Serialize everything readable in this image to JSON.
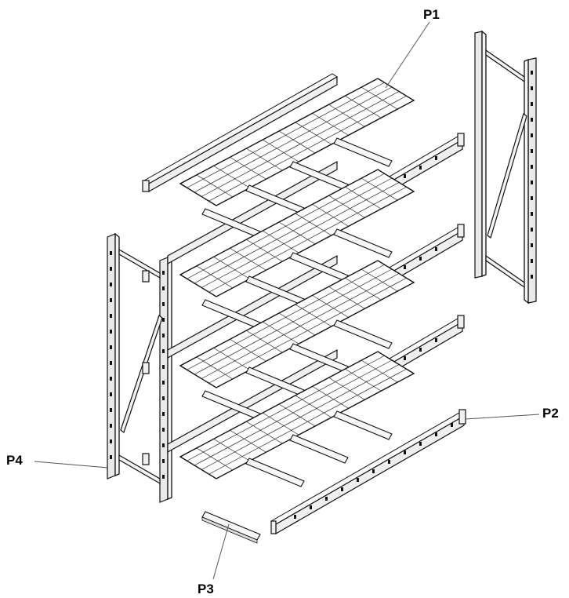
{
  "labels": {
    "p1": "P1",
    "p2": "P2",
    "p3": "P3",
    "p4": "P4"
  },
  "colors": {
    "ink": "#111111",
    "background": "#ffffff"
  }
}
